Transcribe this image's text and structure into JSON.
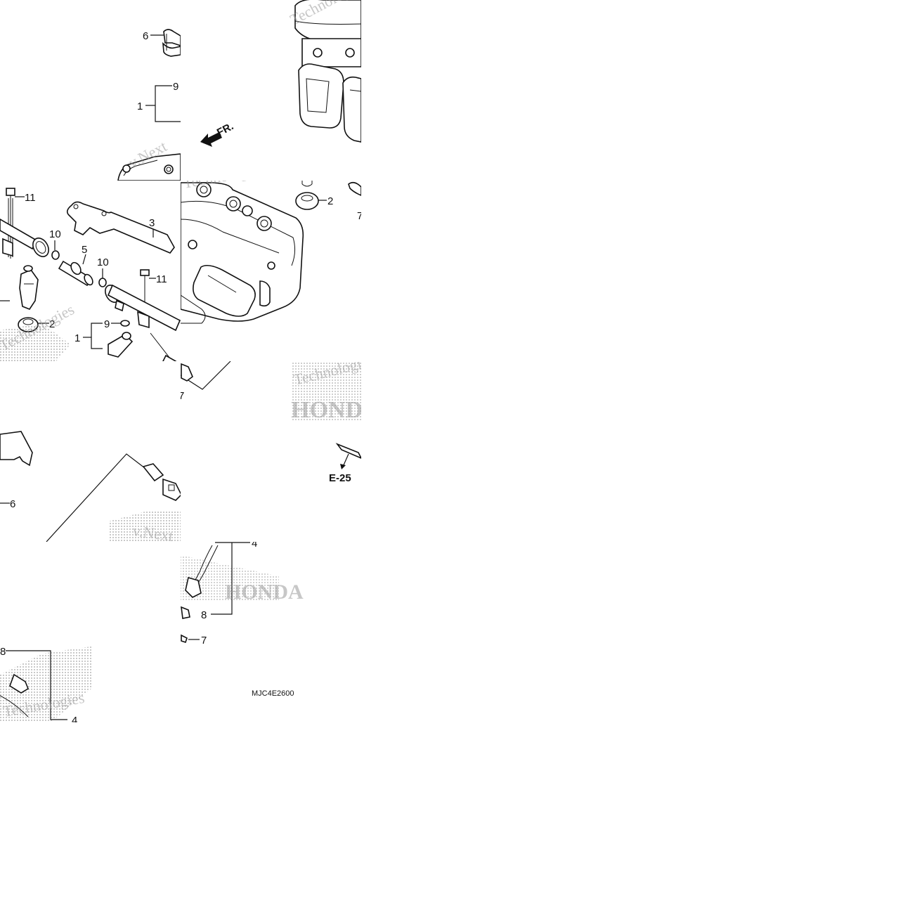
{
  "diagram": {
    "reference_code": "MJC4E2600",
    "front_indicator": "FR.",
    "section_reference": "E-25",
    "callouts": {
      "injector_assy": "1",
      "injector_cap": "2",
      "fuel_rail_gasket": "3",
      "harness_pipe": "4",
      "joint_pipe": "5",
      "clip_6": "6",
      "clip_7": "7",
      "connector_8": "8",
      "seal_ring_9": "9",
      "o_ring_10": "10",
      "bolt_11": "11"
    },
    "watermarks": [
      "Technologies",
      "v.Next",
      "HONDA"
    ]
  }
}
